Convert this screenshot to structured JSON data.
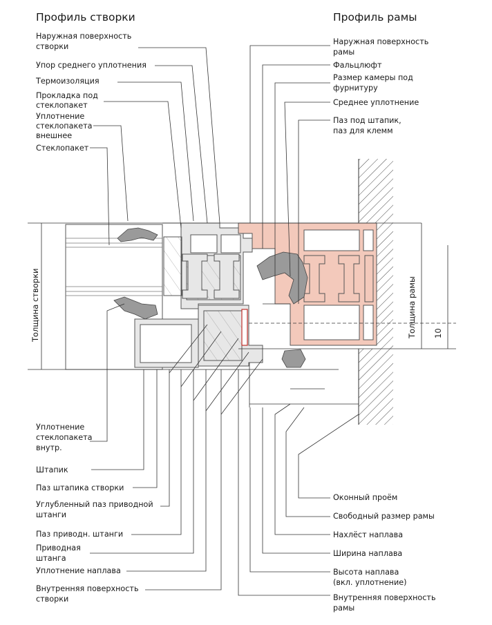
{
  "headings": {
    "sash": "Профиль створки",
    "frame": "Профиль рамы"
  },
  "left_labels": [
    [
      "Наружная поверхность",
      "створки"
    ],
    [
      "Упор среднего уплотнения"
    ],
    [
      "Термоизоляция"
    ],
    [
      "Прокладка под",
      "стеклопакет"
    ],
    [
      "Уплотнение",
      "стеклопакета",
      "внешнее"
    ],
    [
      "Стеклопакет"
    ],
    [
      "Уплотнение",
      "стеклопакета",
      "внутр."
    ],
    [
      "Штапик"
    ],
    [
      "Паз штапика створки"
    ],
    [
      "Углубленный паз приводной",
      "штанги"
    ],
    [
      "Паз приводн. штанги"
    ],
    [
      "Приводная",
      "штанга"
    ],
    [
      "Уплотнение наплава"
    ],
    [
      "Внутренняя поверхность",
      "створки"
    ]
  ],
  "right_labels": [
    [
      "Наружная поверхность",
      "рамы"
    ],
    [
      "Фальцлюфт"
    ],
    [
      "Размер камеры под",
      "фурнитуру"
    ],
    [
      "Среднее уплотнение"
    ],
    [
      "Паз под штапик,",
      "паз для клемм"
    ],
    [
      "Оконный проём"
    ],
    [
      "Свободный размер рамы"
    ],
    [
      "Нахлёст наплава"
    ],
    [
      "Ширина наплава"
    ],
    [
      "Высота наплава",
      "(вкл. уплотнение)"
    ],
    [
      "Внутренняя поверхность",
      "рамы"
    ]
  ],
  "dimensions": {
    "sash_thickness": "Толщина створки",
    "frame_thickness": "Толщина рамы",
    "offset": "10"
  },
  "colors": {
    "frame_fill": "#f3c9bb",
    "sash_fill": "#e7e7e7",
    "gasket_fill": "#9a9a9a",
    "wall_hatch": "#333333",
    "highlight_red": "#c0302a"
  }
}
